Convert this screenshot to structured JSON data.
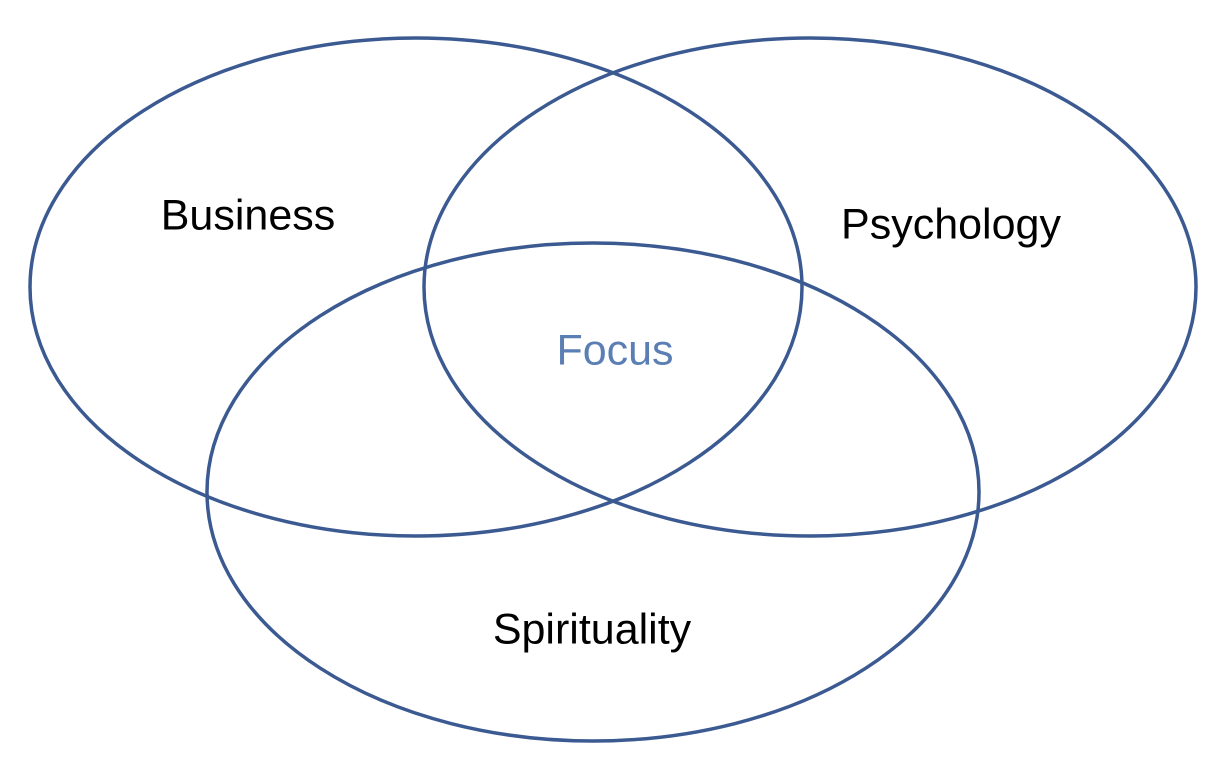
{
  "diagram": {
    "sets": [
      {
        "id": "business",
        "label": "Business"
      },
      {
        "id": "psychology",
        "label": "Psychology"
      },
      {
        "id": "spirituality",
        "label": "Spirituality"
      }
    ],
    "intersection_label": "Focus"
  },
  "colors": {
    "outline": "#3c5a92",
    "set_label": "#000000",
    "center_label": "#5b7fb5",
    "background": "#ffffff"
  }
}
